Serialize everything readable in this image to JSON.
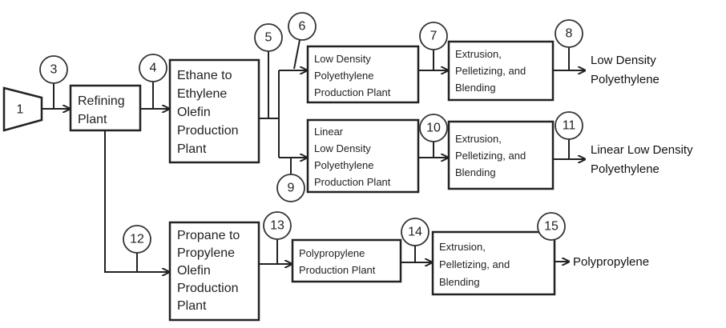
{
  "stream_numbers": [
    "1",
    "3",
    "4",
    "5",
    "6",
    "7",
    "8",
    "9",
    "10",
    "11",
    "12",
    "13",
    "14",
    "15"
  ],
  "boxes": {
    "refining": [
      "Refining",
      "Plant"
    ],
    "ethane": [
      "Ethane to",
      "Ethylene",
      "Olefin",
      "Production",
      "Plant"
    ],
    "ldpe": [
      "Low Density",
      "Polyethylene",
      "Production Plant"
    ],
    "lldpe": [
      "Linear",
      "Low Density",
      "Polyethylene",
      "Production Plant"
    ],
    "ext1": [
      "Extrusion,",
      "Pelletizing, and",
      "Blending"
    ],
    "ext2": [
      "Extrusion,",
      "Pelletizing, and",
      "Blending"
    ],
    "propane": [
      "Propane to",
      "Propylene",
      "Olefin",
      "Production",
      "Plant"
    ],
    "pp": [
      "Polypropylene",
      "Production Plant"
    ],
    "ext3": [
      "Extrusion,",
      "Pelletizing, and",
      "Blending"
    ]
  },
  "outputs": {
    "ldpe": [
      "Low Density",
      "Polyethylene"
    ],
    "lldpe": [
      "Linear Low Density",
      "Polyethylene"
    ],
    "pp": [
      "Polypropylene"
    ]
  }
}
